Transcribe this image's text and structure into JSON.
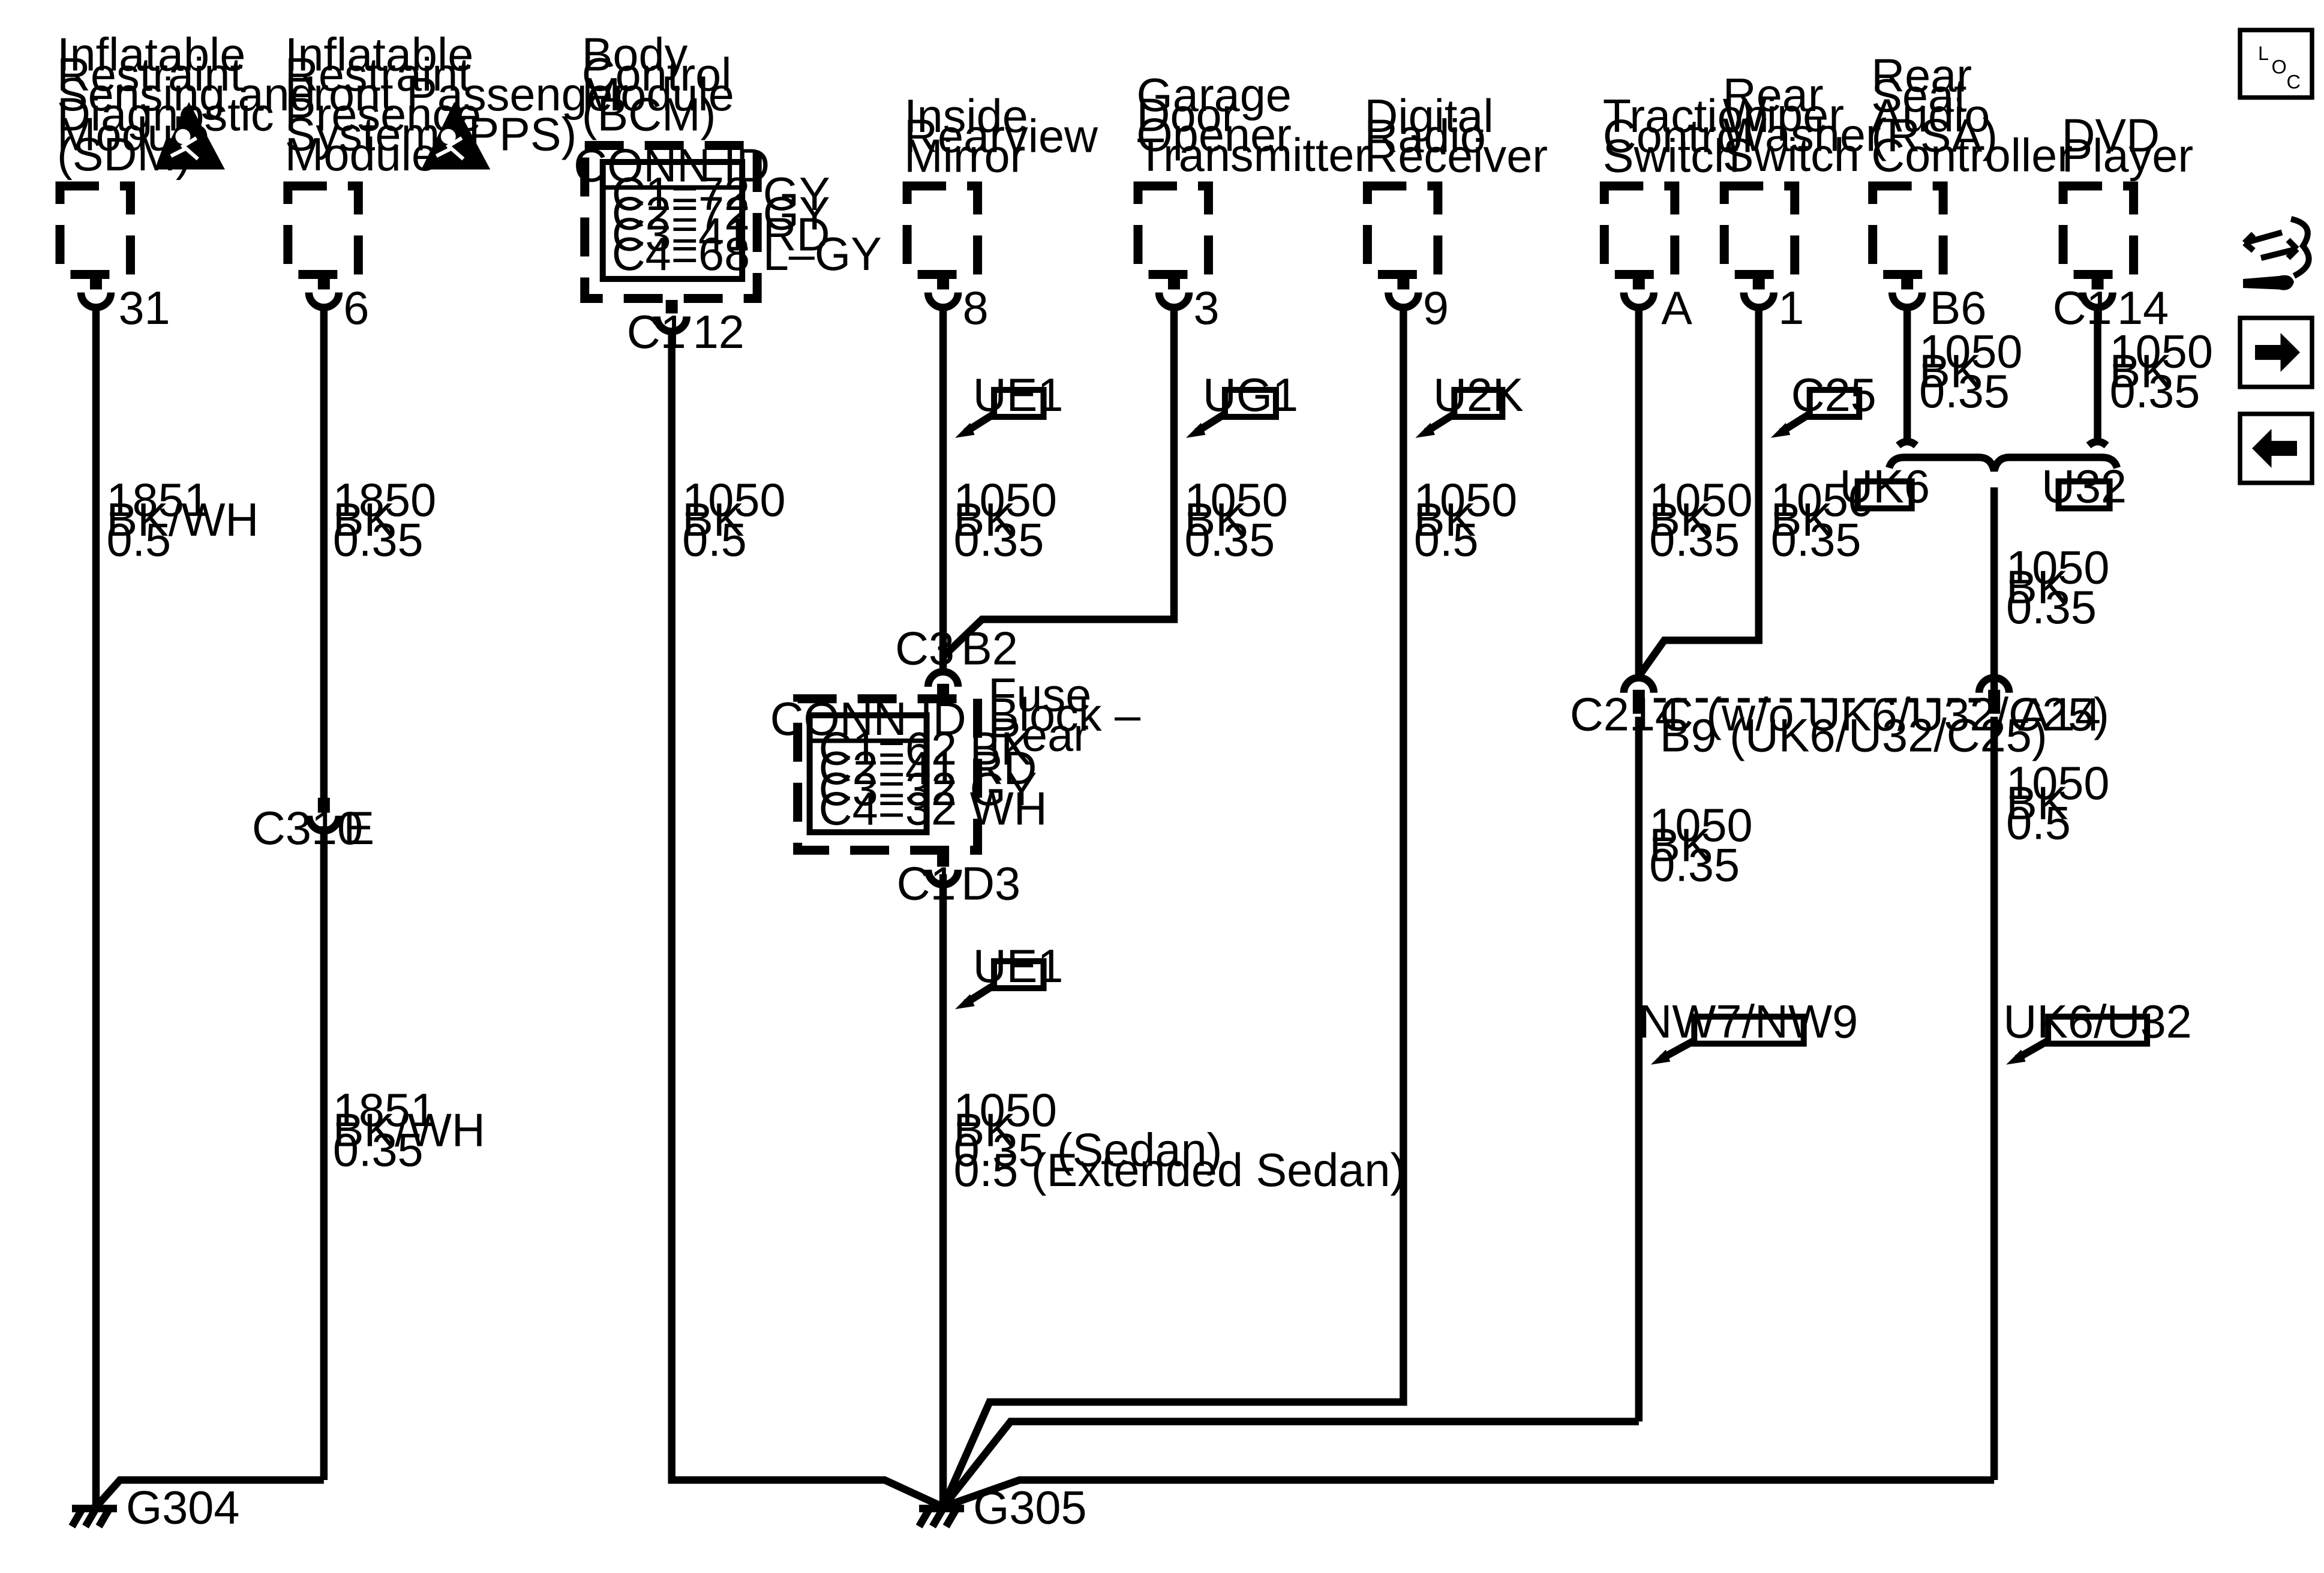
{
  "components": {
    "sdm": {
      "title": [
        "Inflatable",
        "Restraint",
        "Sensing and",
        "Diagnostic",
        "Module",
        "(SDM)"
      ],
      "pin": "31"
    },
    "pps": {
      "title": [
        "Inflatable",
        "Restraint",
        "Front Passenger",
        "Presence",
        "System (PPS)",
        "Module"
      ],
      "pin": "6"
    },
    "bcm": {
      "title": [
        "Body",
        "Control",
        "Module",
        "(BCM)"
      ],
      "conn_title": "CONN ID",
      "conn_rows": [
        "C1=72 GY",
        "C2=72 GY",
        "C3=41 RD",
        "C4=68 L–GY"
      ],
      "connector": "C1",
      "pin": "12"
    },
    "mirror": {
      "title": [
        "Inside",
        "Rearview",
        "Mirror"
      ],
      "pin": "8"
    },
    "garage": {
      "title": [
        "Garage",
        "Door",
        "Opener",
        "Transmitter"
      ],
      "pin": "3"
    },
    "radio": {
      "title": [
        "Digital",
        "Radio",
        "Receiver"
      ],
      "pin": "9"
    },
    "traction": {
      "title": [
        "Traction",
        "Control",
        "Switch"
      ],
      "pin": "A"
    },
    "wiper": {
      "title": [
        "Rear",
        "Wiper",
        "Washer",
        "Switch"
      ],
      "pin": "1"
    },
    "rsa": {
      "title": [
        "Rear",
        "Seat",
        "Audio",
        "(RSA)",
        "Controller"
      ],
      "pin": "B6"
    },
    "dvd": {
      "title": [
        "DVD",
        "Player"
      ],
      "connector": "C1",
      "pin": "14"
    }
  },
  "fuse_block": {
    "title": [
      "Fuse",
      "Block –",
      "Rear"
    ],
    "conn_title": "CONN ID",
    "conn_rows": [
      "C1=62 BK",
      "C2=41 RD",
      "C3=32 GY",
      "C4=32 WH"
    ],
    "top_conn": "C3",
    "top_pin": "B2",
    "bottom_conn": "C1",
    "bottom_pin": "D3"
  },
  "wires": {
    "sdm": [
      "1851",
      "BK/WH",
      "0.5"
    ],
    "pps_upper": [
      "1850",
      "BK",
      "0.35"
    ],
    "pps_lower": [
      "1851",
      "BK/WH",
      "0.35"
    ],
    "bcm": [
      "1050",
      "BK",
      "0.5"
    ],
    "mirror": [
      "1050",
      "BK",
      "0.35"
    ],
    "garage": [
      "1050",
      "BK",
      "0.35"
    ],
    "radio": [
      "1050",
      "BK",
      "0.5"
    ],
    "traction": [
      "1050",
      "BK",
      "0.35"
    ],
    "wiper": [
      "1050",
      "BK",
      "0.35"
    ],
    "rsa": [
      "1050",
      "BK",
      "0.35"
    ],
    "dvd": [
      "1050",
      "BK",
      "0.35"
    ],
    "splice_down": [
      "1050",
      "BK",
      "0.35"
    ],
    "fuse_down": [
      "1050",
      "BK",
      "0.35 (Sedan)",
      "0.5 (Extended Sedan)"
    ],
    "c214_down": [
      "1050",
      "BK",
      "0.35"
    ],
    "a14_down": [
      "1050",
      "BK",
      "0.5"
    ]
  },
  "connectors": {
    "c310": "C310",
    "c310_pin": "E",
    "c214": "C214",
    "c214_pin_a": "C (w/o UK6/U32/C25)",
    "c214_pin_b": "B9 (UK6/U32/C25)",
    "a14": "A14"
  },
  "options": {
    "ue1_top": "UE1",
    "ug1": "UG1",
    "u2k": "U2K",
    "c25": "C25",
    "uk6": "UK6",
    "u32": "U32",
    "ue1_bottom": "UE1",
    "nw": "NW7/NW9",
    "uk6u32": "UK6/U32"
  },
  "grounds": {
    "g304": "G304",
    "g305": "G305"
  },
  "side_icons": {
    "loc_letters": [
      "L",
      "O",
      "C"
    ],
    "icons": [
      "service-icon",
      "right-arrow-icon",
      "left-arrow-icon"
    ]
  }
}
